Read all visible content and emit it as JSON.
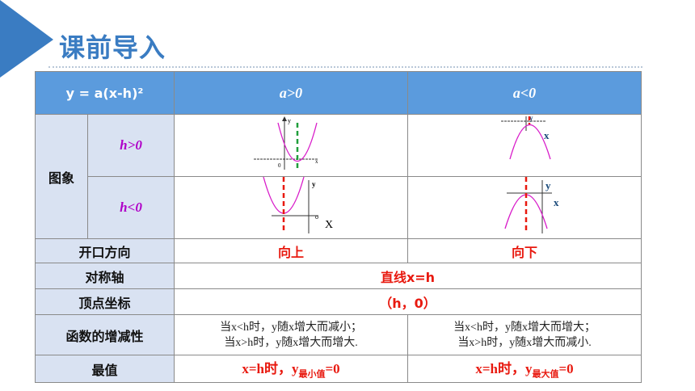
{
  "slide": {
    "title": "课前导入",
    "accent": "#3a7cc2"
  },
  "table": {
    "header": {
      "formula": "y = a(x-h)²",
      "col_pos": "a>0",
      "col_neg": "a<0"
    },
    "image_row": {
      "label": "图象",
      "h_pos": "h>0",
      "h_neg": "h<0"
    },
    "graph_labels": {
      "y": "y",
      "x": "x",
      "X": "X",
      "origin": "0",
      "o": "o"
    },
    "opening": {
      "label": "开口方向",
      "pos": "向上",
      "neg": "向下"
    },
    "axis": {
      "label": "对称轴",
      "value": "直线x=h"
    },
    "vertex": {
      "label": "顶点坐标",
      "value": "（h，0）"
    },
    "monotonic": {
      "label": "函数的增减性",
      "pos_line1": "当x<h时，y随x增大而减小；",
      "pos_line2": "当x>h时，y随x增大而增大.",
      "neg_line1": "当x<h时，y随x增大而增大；",
      "neg_line2": "当x>h时，y随x增大而减小."
    },
    "extreme": {
      "label": "最值",
      "pos_main": "x=h时，y",
      "pos_sub": "最小值",
      "pos_end": "=0",
      "neg_main": "x=h时，y",
      "neg_sub": "最大值",
      "neg_end": "=0"
    }
  },
  "colors": {
    "header_bg": "#5b9bdd",
    "label_bg": "#d9e2f2",
    "emphasis": "#e8190f",
    "h_text": "#b000c8",
    "curve": "#d81bc9",
    "dashed_pos": "#1f9e3a",
    "dashed_neg": "#e8190f"
  }
}
